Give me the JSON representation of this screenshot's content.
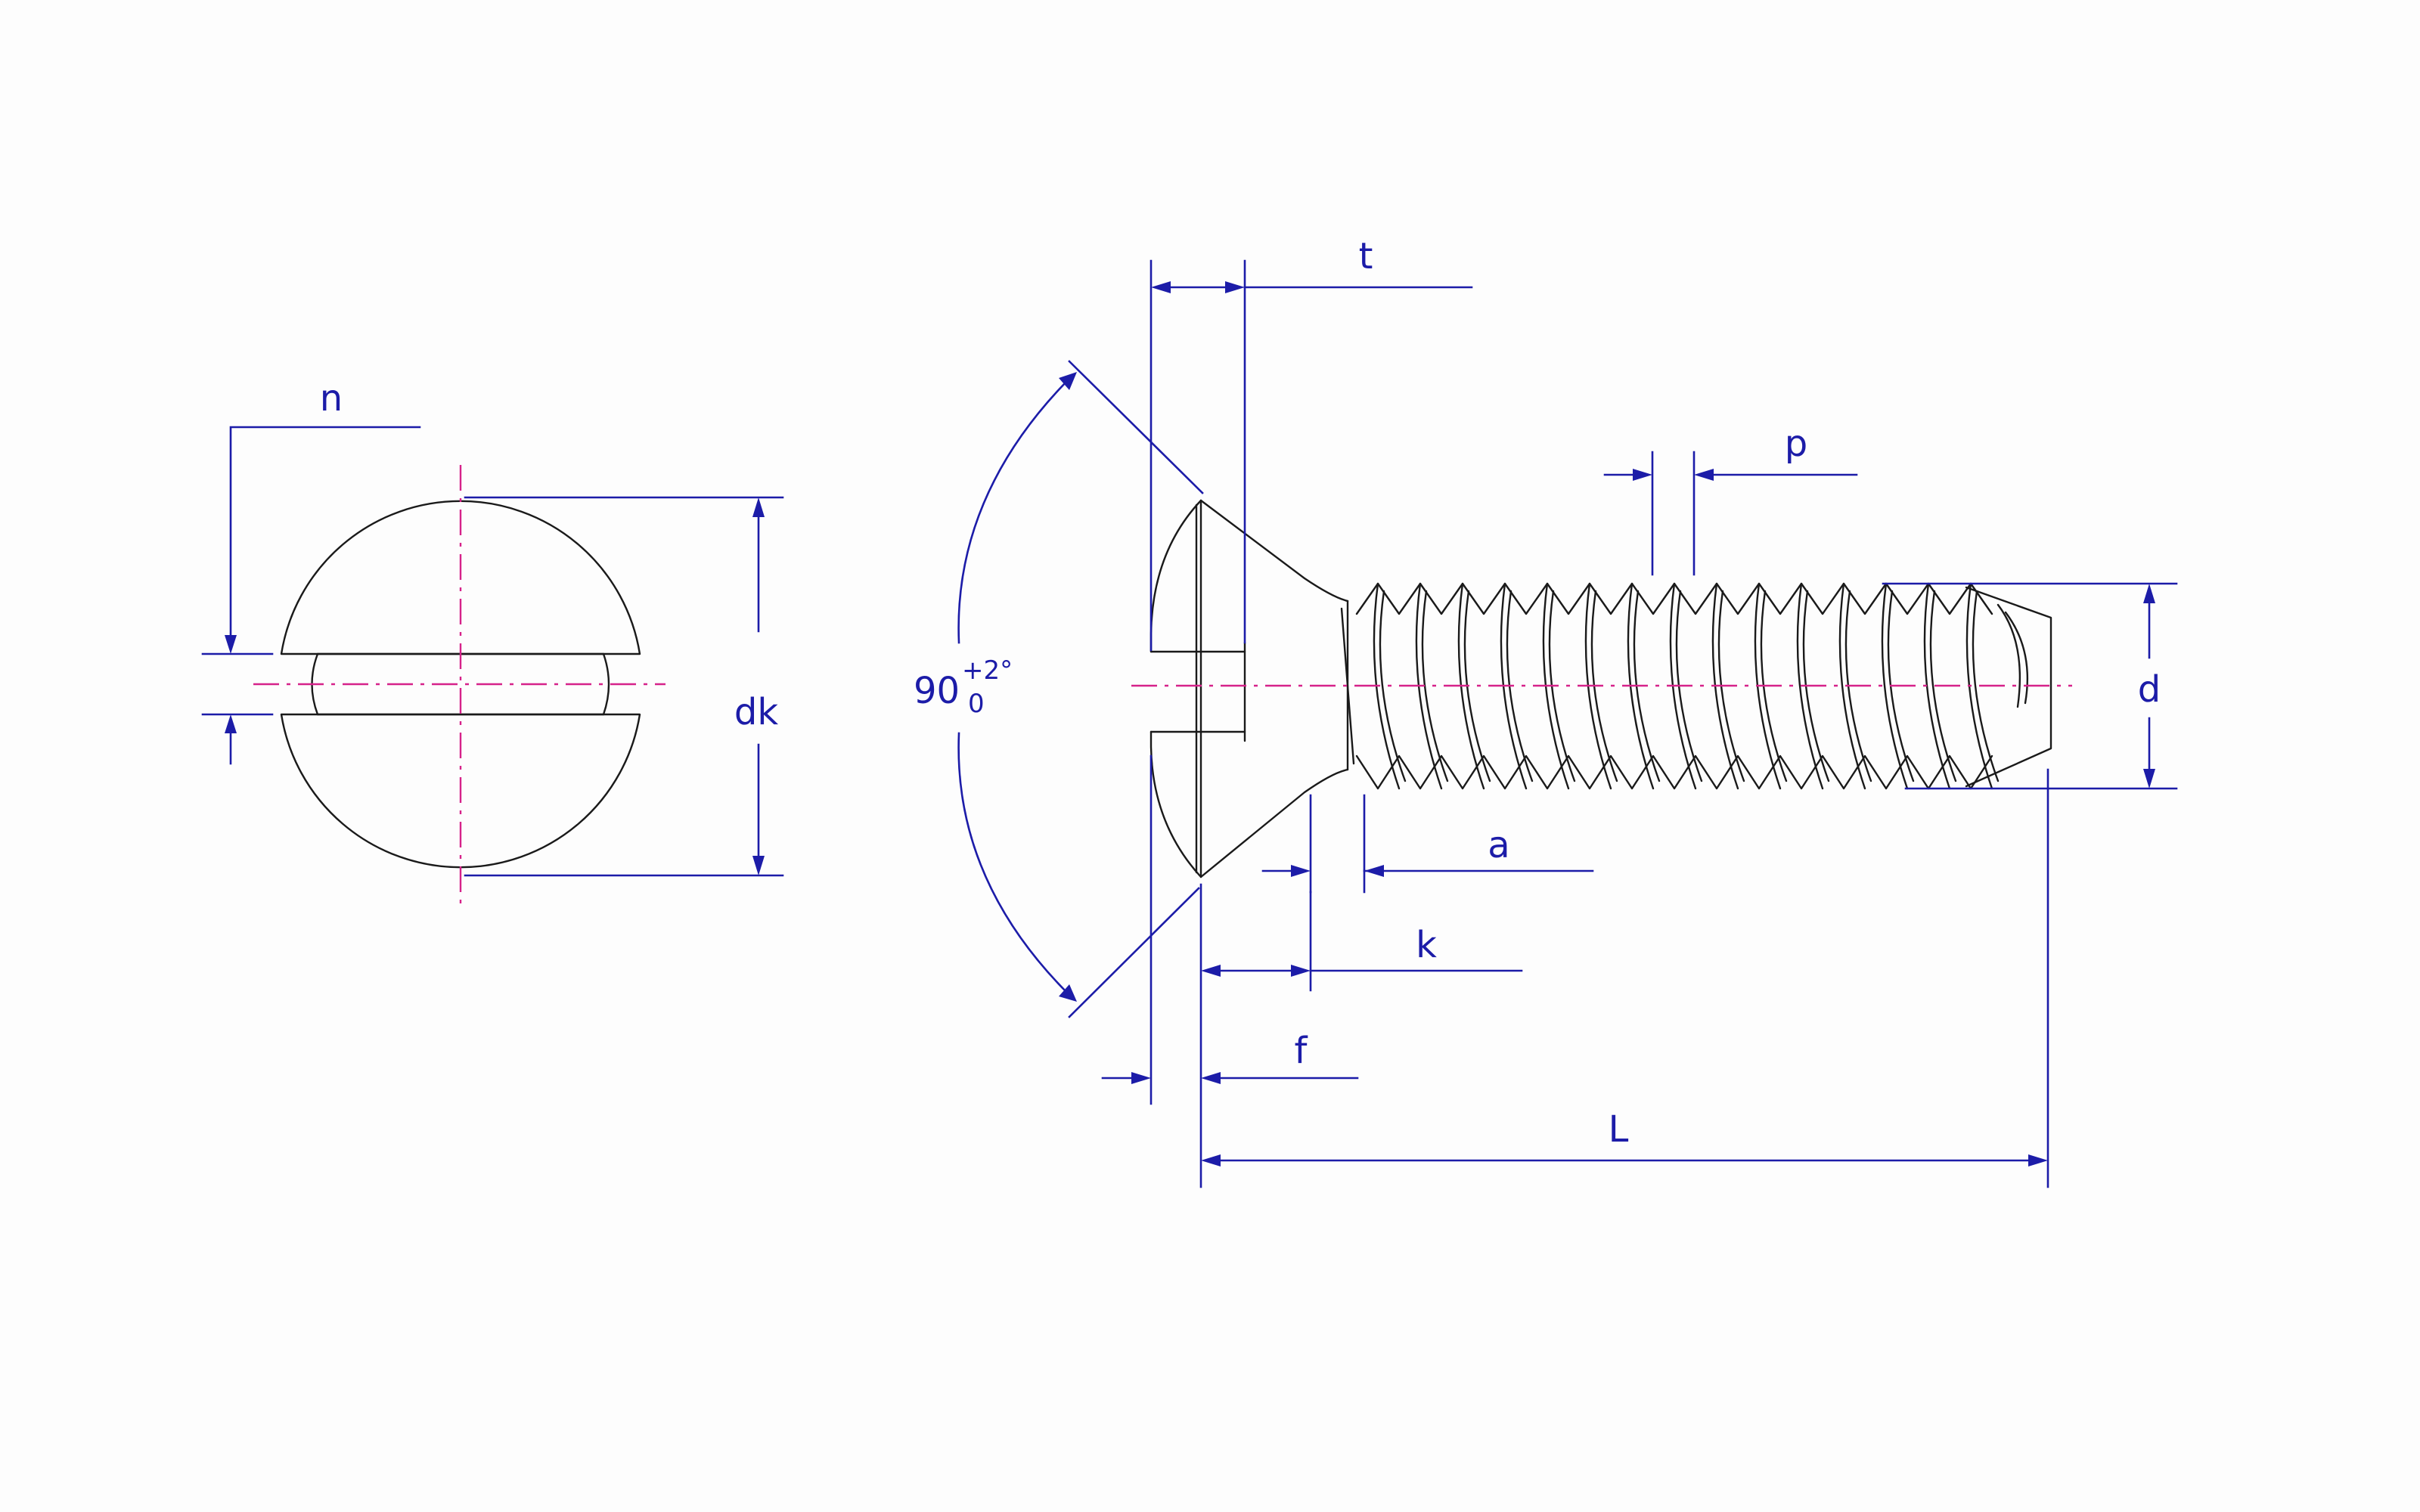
{
  "labels": {
    "n": "n",
    "dk": "dk",
    "t": "t",
    "p": "p",
    "d": "d",
    "a": "a",
    "k": "k",
    "f": "f",
    "L": "L",
    "angle": "90",
    "angle_tol_upper": "+2°",
    "angle_tol_lower": "0"
  },
  "colors": {
    "outline": "#1a1a1a",
    "dimension": "#1c1ca8",
    "centerline": "#d6228a",
    "background": "#fdfdfd"
  }
}
